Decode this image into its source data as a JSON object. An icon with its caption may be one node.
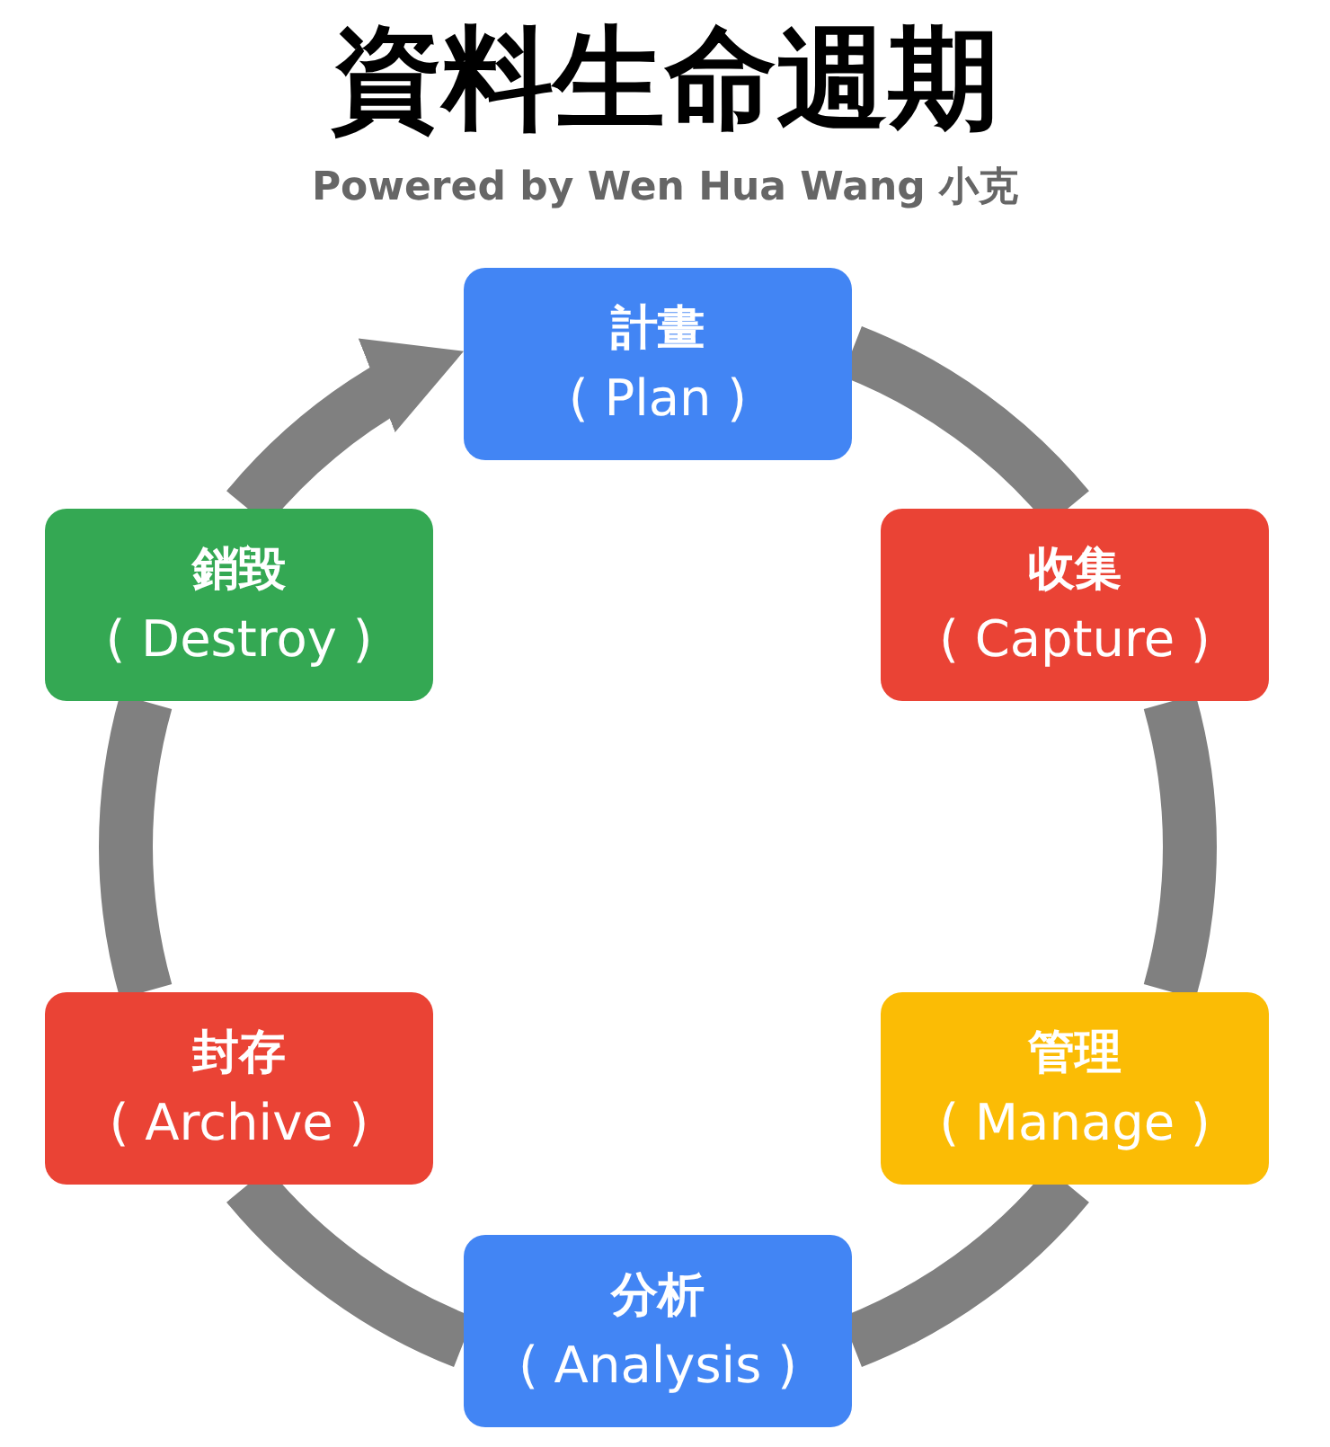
{
  "diagram": {
    "title": "資料生命週期",
    "nodes": [
      {
        "text": [
          "計畫",
          "( Plan )"
        ]
      },
      {
        "text": [
          "收集",
          "( Capture )"
        ]
      },
      {
        "text": [
          "管理",
          "( Manage )"
        ]
      },
      {
        "text": [
          "分析",
          "( Analysis )"
        ]
      },
      {
        "text": [
          "封存",
          "( Archive )"
        ]
      },
      {
        "text": [
          "銷毀",
          "( Destroy )"
        ]
      }
    ],
    "edges": [
      {
        "from": 0,
        "to": 1,
        "arrow": "none"
      },
      {
        "from": 1,
        "to": 2,
        "arrow": "none"
      },
      {
        "from": 2,
        "to": 3,
        "arrow": "none"
      },
      {
        "from": 3,
        "to": 4,
        "arrow": "none"
      },
      {
        "from": 4,
        "to": 5,
        "arrow": "none"
      },
      {
        "from": 5,
        "to": 0,
        "arrow": "to"
      }
    ],
    "labels": [
      "Powered by Wen Hua Wang 小克"
    ]
  }
}
